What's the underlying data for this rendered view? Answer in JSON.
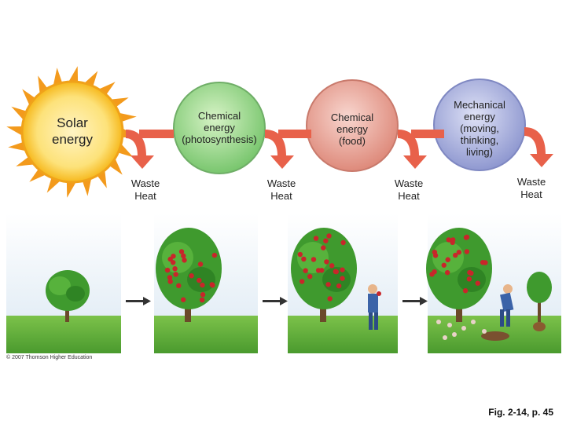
{
  "nodes": {
    "solar": "Solar\nenergy",
    "chem_photo": "Chemical\nenergy\n(photosynthesis)",
    "chem_food": "Chemical\nenergy\n(food)",
    "mechanical": "Mechanical\nenergy\n(moving,\nthinking,\nliving)"
  },
  "waste": [
    "Waste\nHeat",
    "Waste\nHeat",
    "Waste\nHeat",
    "Waste\nHeat"
  ],
  "copyright": "© 2007 Thomson Higher Education",
  "caption": "Fig. 2-14, p. 45",
  "colors": {
    "sun": "#f6b81c",
    "sun_core": "#fde793",
    "chem_photo": "#8fd68a",
    "chem_food": "#e89a8c",
    "mechanical": "#9ea6d8",
    "arrow": "#e8614a",
    "sky": "#e7eff8",
    "grass": "#5aa83a",
    "trunk": "#6b4a2a",
    "foliage": "#3f9a2e",
    "apple": "#c8262a"
  }
}
